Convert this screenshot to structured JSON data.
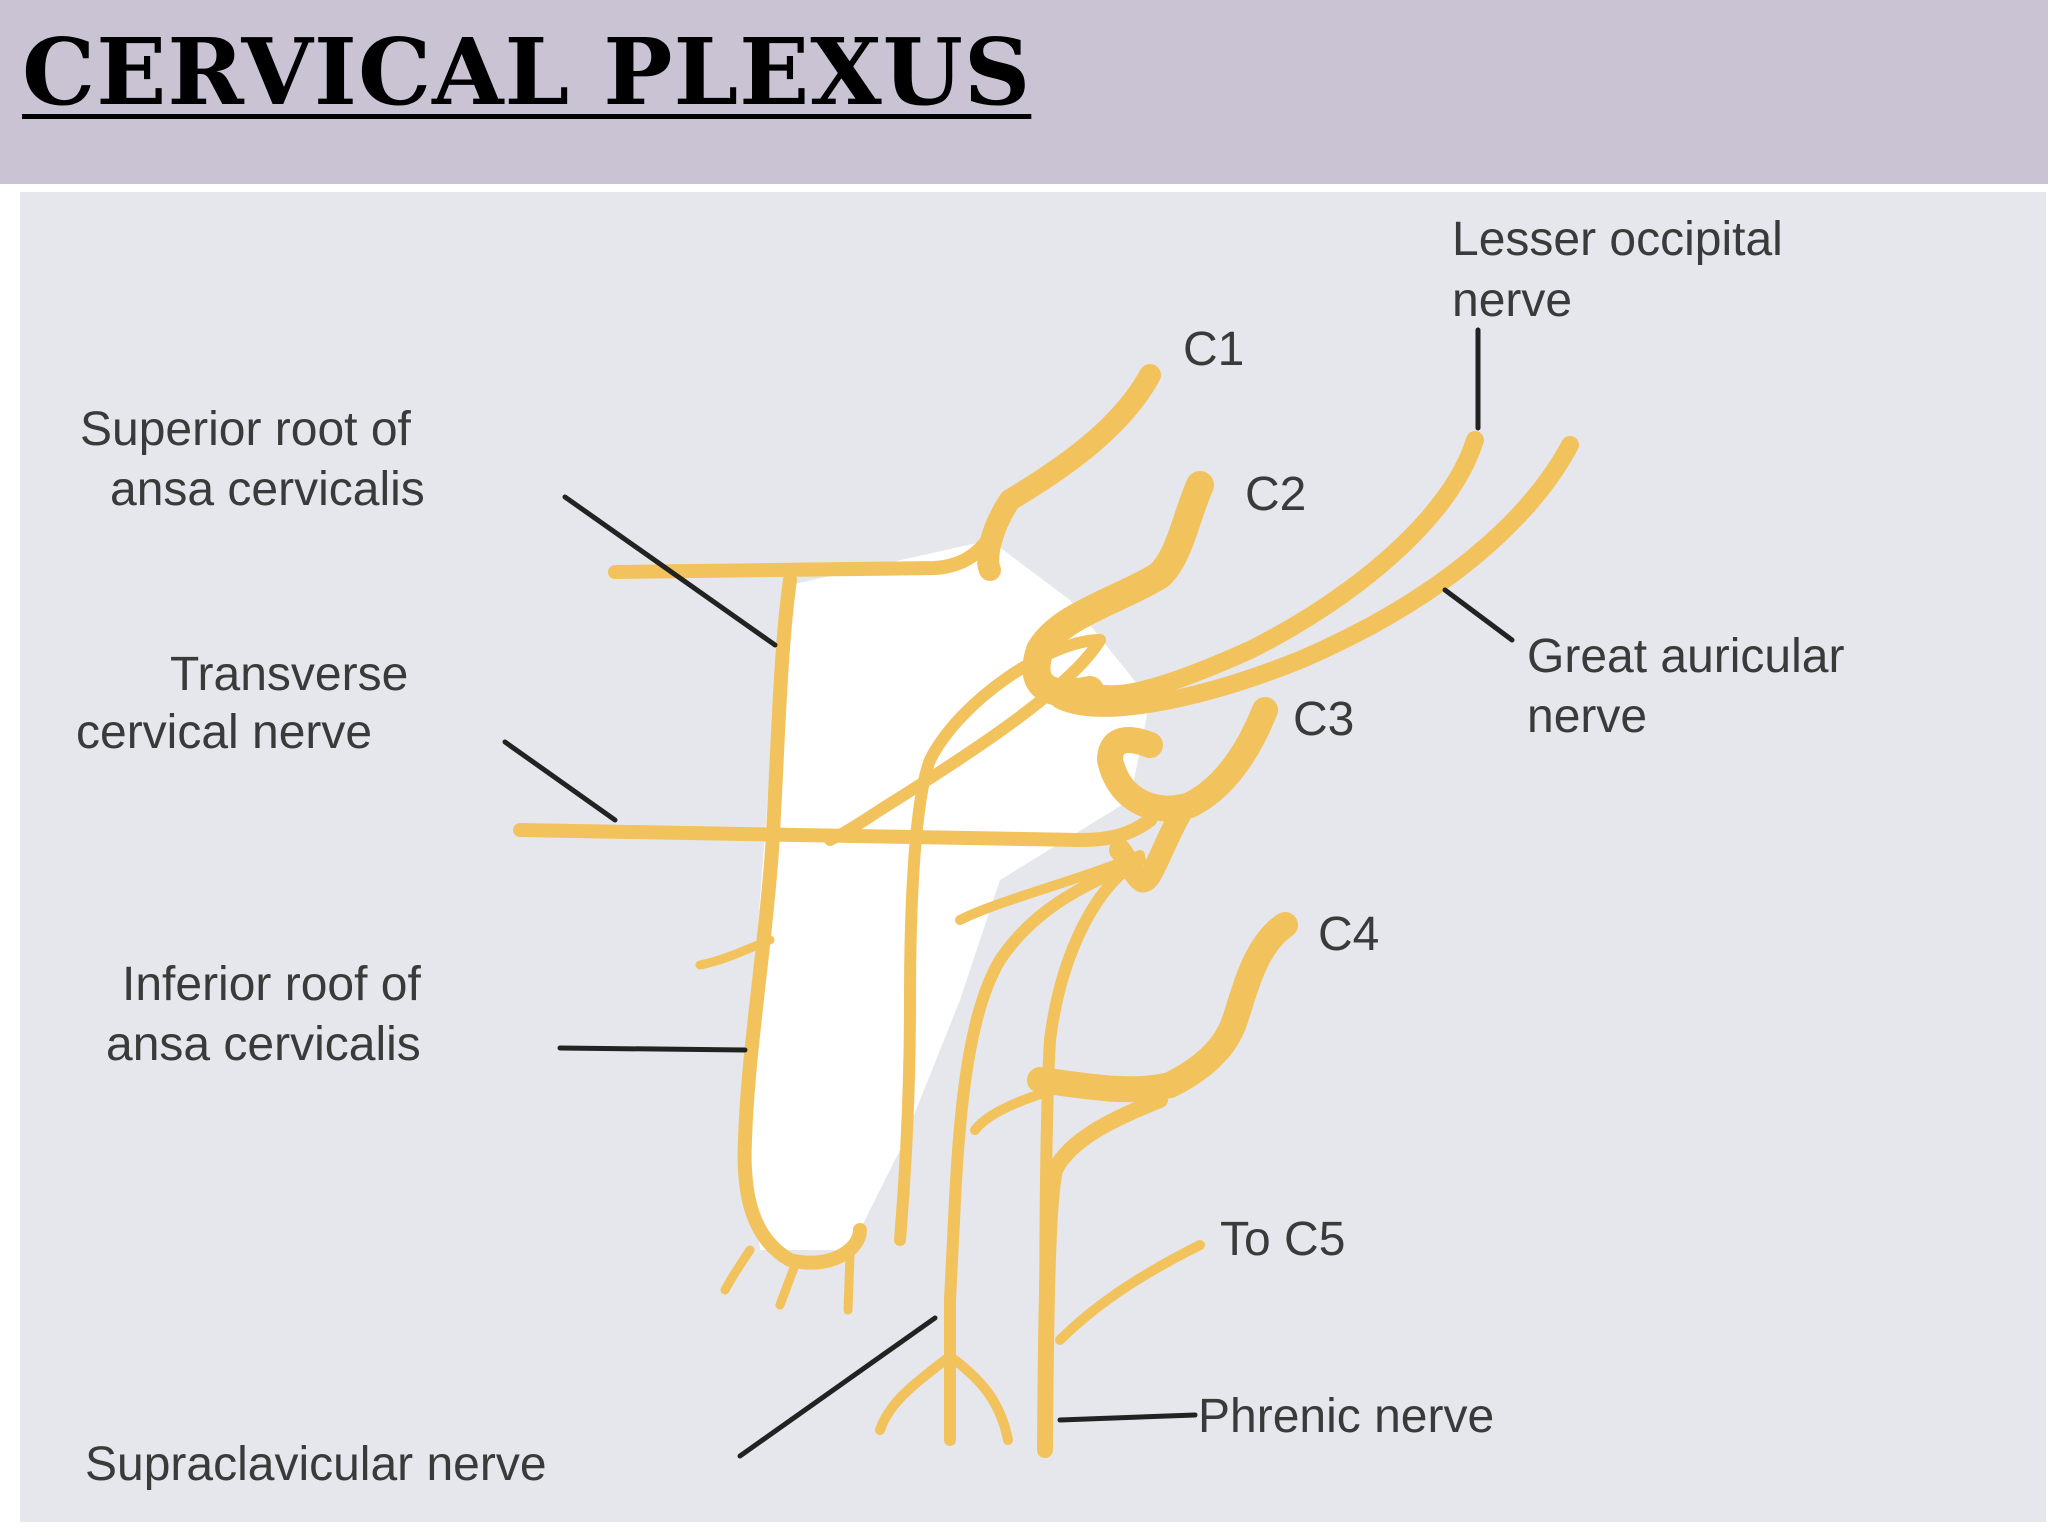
{
  "title": "CERVICAL PLEXUS",
  "diagram": {
    "labels": {
      "lesser_occipital_1": "Lesser occipital",
      "lesser_occipital_2": "nerve",
      "c1": "C1",
      "c2": "C2",
      "c3": "C3",
      "c4": "C4",
      "superior_root_1": "Superior root of",
      "superior_root_2": "ansa cervicalis",
      "transverse_1": "Transverse",
      "transverse_2": "cervical nerve",
      "great_auricular_1": "Great auricular",
      "great_auricular_2": "nerve",
      "inferior_root_1": "Inferior roof of",
      "inferior_root_2": "ansa cervicalis",
      "to_c5": "To C5",
      "phrenic": "Phrenic nerve",
      "supraclavicular": "Supraclavicular nerve"
    },
    "colors": {
      "nerve": "#f2c25c",
      "background": "#e6e7ec",
      "title_bar": "#c9c3d4"
    }
  }
}
